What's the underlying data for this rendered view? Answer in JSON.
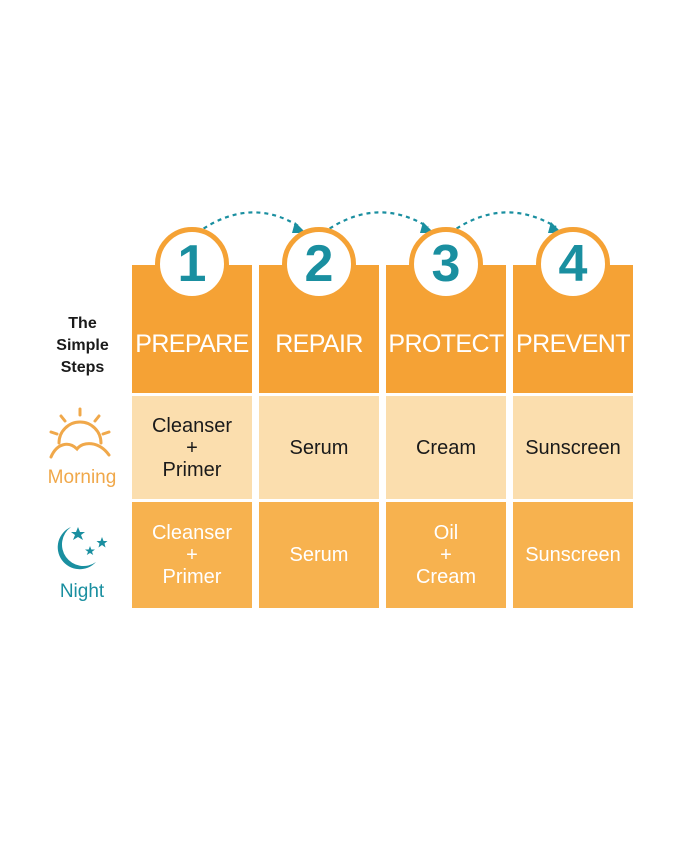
{
  "title_lines": [
    "The",
    "Simple",
    "Steps"
  ],
  "colors": {
    "orange": "#f5a235",
    "light": "#fbdeae",
    "mid": "#f7b24f",
    "teal": "#1a8fa0"
  },
  "steps": [
    {
      "number": "1",
      "name": "PREPARE"
    },
    {
      "number": "2",
      "name": "REPAIR"
    },
    {
      "number": "3",
      "name": "PROTECT"
    },
    {
      "number": "4",
      "name": "PREVENT"
    }
  ],
  "rows": {
    "morning": {
      "label": "Morning",
      "icon": "sunrise-icon",
      "cells": [
        [
          "Cleanser",
          "+",
          "Primer"
        ],
        [
          "Serum"
        ],
        [
          "Cream"
        ],
        [
          "Sunscreen"
        ]
      ]
    },
    "night": {
      "label": "Night",
      "icon": "moon-stars-icon",
      "cells": [
        [
          "Cleanser",
          "+",
          "Primer"
        ],
        [
          "Serum"
        ],
        [
          "Oil",
          "+",
          "Cream"
        ],
        [
          "Sunscreen"
        ]
      ]
    }
  }
}
